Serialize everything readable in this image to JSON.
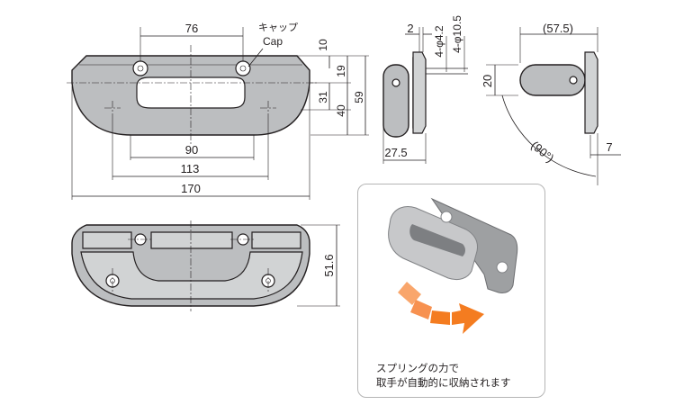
{
  "labels": {
    "cap_jp": "キャップ",
    "cap_en": "Cap",
    "caption_line1": "スプリングの力で",
    "caption_line2": "取手が自動的に収納されます"
  },
  "dimensions": {
    "d76": "76",
    "d90": "90",
    "d113": "113",
    "d170": "170",
    "d10": "10",
    "d19": "19",
    "d31": "31",
    "d40": "40",
    "d59": "59",
    "d51_6": "51.6",
    "d2": "2",
    "dphi4_2": "4-φ4.2",
    "dphi10_5": "4-φ10.5",
    "d27_5": "27.5",
    "d57_5": "(57.5)",
    "d20": "20",
    "d90deg": "(90°)",
    "d7": "7"
  },
  "colors": {
    "part_fill": "#bcbec0",
    "outline": "#231f20",
    "arrow_orange": "#f47c20"
  }
}
